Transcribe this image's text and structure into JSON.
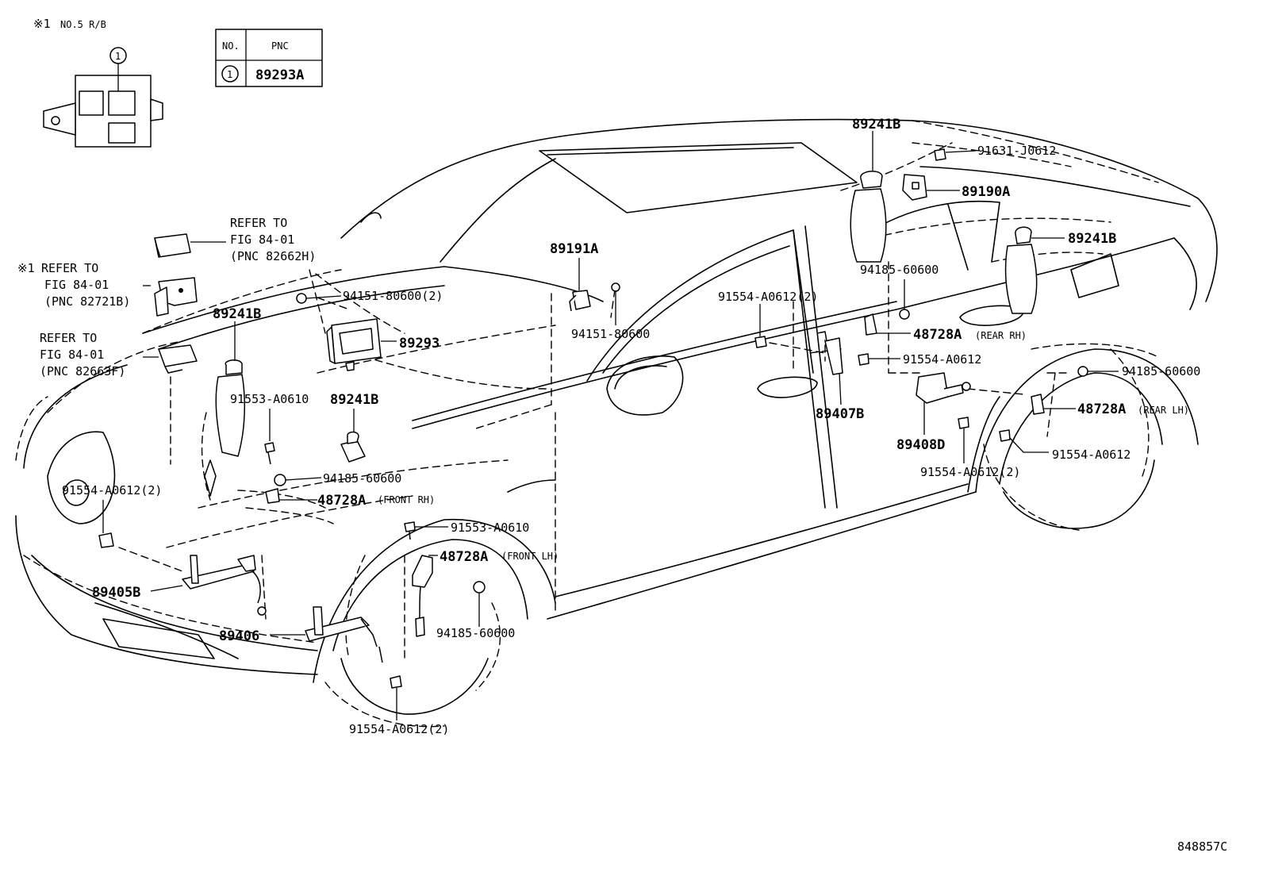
{
  "note": {
    "marker": "※1",
    "text": "NO.5 R/B",
    "circled": "1"
  },
  "table": {
    "col_no": "NO.",
    "col_pnc": "PNC",
    "row_no": "1",
    "row_pnc": "89293A"
  },
  "refs": [
    {
      "marker": "",
      "line1": "REFER TO",
      "line2": "FIG 84-01",
      "line3": "(PNC 82662H)"
    },
    {
      "marker": "※1",
      "line1": "REFER TO",
      "line2": "FIG 84-01",
      "line3": "(PNC 82721B)"
    },
    {
      "marker": "",
      "line1": "REFER TO",
      "line2": "FIG 84-01",
      "line3": "(PNC 82663F)"
    }
  ],
  "labels": {
    "l89241B_top": "89241B",
    "l91631": "91631-J0612",
    "l89190A": "89190A",
    "l89241B_rear": "89241B",
    "l94185_rear": "94185-60600",
    "l91554_rr2": "91554-A0612(2)",
    "l48728A_rrh": "48728A",
    "l48728A_rrh_s": "(REAR RH)",
    "l91554_rrh": "91554-A0612",
    "l89407B": "89407B",
    "l89408D": "89408D",
    "l94185_rlh": "94185-60600",
    "l48728A_rlh": "48728A",
    "l48728A_rlh_s": "(REAR LH)",
    "l91554_rlh": "91554-A0612",
    "l91554_rlh2": "91554-A0612(2)",
    "l89191A": "89191A",
    "l94151_89191": "94151-80600",
    "l94151_2": "94151-80600(2)",
    "l89293": "89293",
    "l89241B_frh": "89241B",
    "l91553_frh": "91553-A0610",
    "l89241B_mid": "89241B",
    "l94185_frh": "94185-60600",
    "l48728A_frh": "48728A",
    "l48728A_frh_s": "(FRONT RH)",
    "l91554_frh2": "91554-A0612(2)",
    "l89405B": "89405B",
    "l91553_flh": "91553-A0610",
    "l48728A_flh": "48728A",
    "l48728A_flh_s": "(FRONT LH)",
    "l89406": "89406",
    "l94185_flh": "94185-60600",
    "l91554_flh2": "91554-A0612(2)",
    "figure_code": "848857C"
  }
}
